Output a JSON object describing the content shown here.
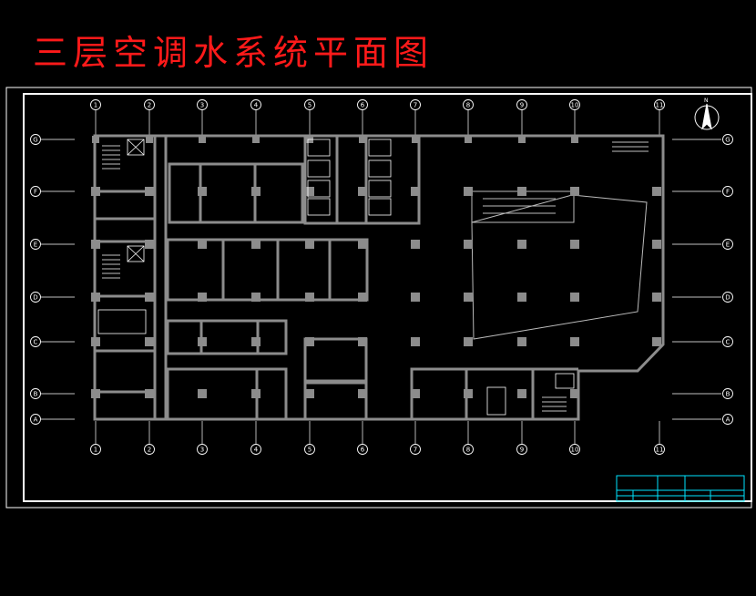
{
  "title": "三层空调水系统平面图",
  "axes": {
    "columns": [
      "1",
      "2",
      "3",
      "4",
      "5",
      "6",
      "7",
      "8",
      "9",
      "10",
      "11"
    ],
    "rows": [
      "G",
      "F",
      "E",
      "D",
      "C",
      "B",
      "A"
    ]
  },
  "north_arrow_label": "N",
  "colors": {
    "background": "#000000",
    "title": "#ff1a1a",
    "walls": "#8c8c8c",
    "frame": "#ffffff",
    "title_block": "#00e5ff",
    "yellow_text": "#ffff66"
  }
}
